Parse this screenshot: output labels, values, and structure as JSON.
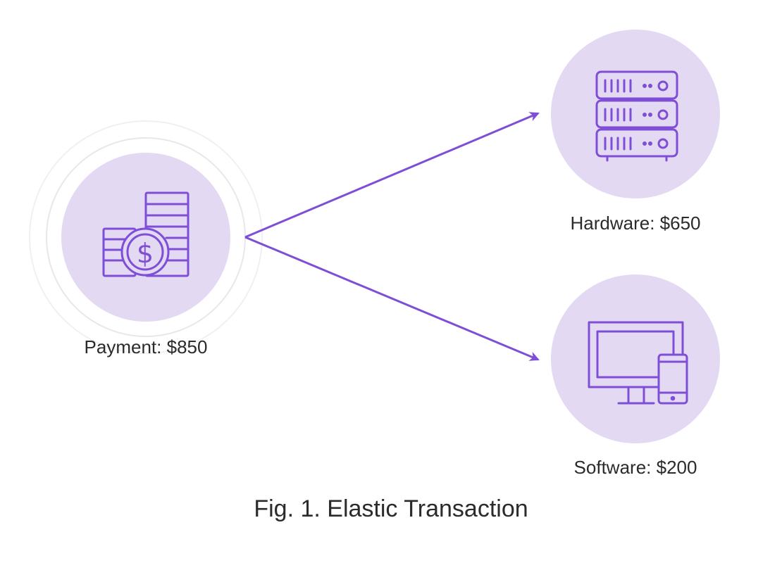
{
  "nodes": {
    "payment": {
      "label": "Payment: $850",
      "icon": "money-stack-icon"
    },
    "hardware": {
      "label": "Hardware: $650",
      "icon": "server-rack-icon"
    },
    "software": {
      "label": "Software: $200",
      "icon": "desktop-and-phone-icon"
    }
  },
  "caption": "Fig. 1. Elastic Transaction",
  "colors": {
    "accent": "#7E4FD6",
    "circle_fill": "#E4D9F3",
    "ring": "#E9E6EE",
    "text": "#2B2B2B"
  }
}
